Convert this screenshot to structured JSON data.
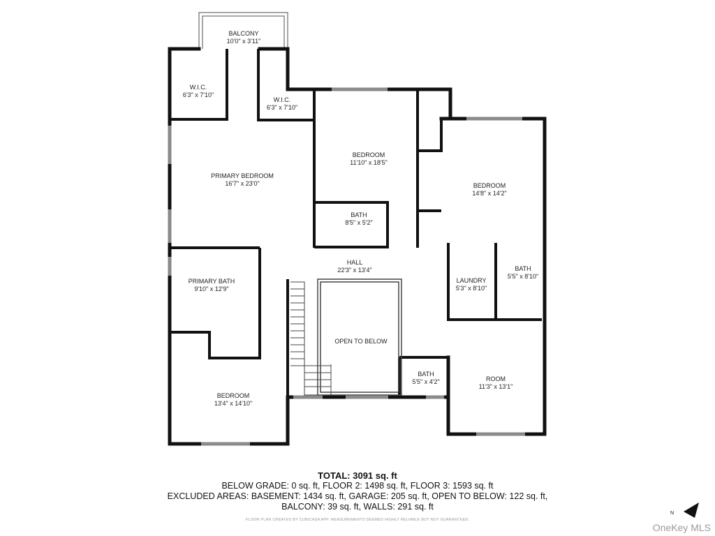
{
  "rooms": [
    {
      "name": "BALCONY",
      "dims": "10'0\" x 3'11\""
    },
    {
      "name": "W.I.C.",
      "dims": "6'3\" x 7'10\""
    },
    {
      "name": "W.I.C.",
      "dims": "6'3\" x 7'10\""
    },
    {
      "name": "PRIMARY BEDROOM",
      "dims": "16'7\" x 23'0\""
    },
    {
      "name": "BEDROOM",
      "dims": "11'10\" x 18'5\""
    },
    {
      "name": "BEDROOM",
      "dims": "14'8\" x 14'2\""
    },
    {
      "name": "BATH",
      "dims": "8'5\" x 5'2\""
    },
    {
      "name": "HALL",
      "dims": "22'3\" x 13'4\""
    },
    {
      "name": "PRIMARY BATH",
      "dims": "9'10\" x 12'9\""
    },
    {
      "name": "LAUNDRY",
      "dims": "5'3\" x 8'10\""
    },
    {
      "name": "BATH",
      "dims": "5'5\" x 8'10\""
    },
    {
      "name": "OPEN TO BELOW",
      "dims": ""
    },
    {
      "name": "BATH",
      "dims": "5'5\" x 4'2\""
    },
    {
      "name": "ROOM",
      "dims": "11'3\" x 13'1\""
    },
    {
      "name": "BEDROOM",
      "dims": "13'4\" x 14'10\""
    }
  ],
  "summary": {
    "total": "TOTAL: 3091 sq. ft",
    "line1": "BELOW GRADE: 0 sq. ft, FLOOR 2: 1498 sq. ft, FLOOR 3: 1593 sq. ft",
    "line2": "EXCLUDED AREAS: BASEMENT: 1434 sq. ft, GARAGE: 205 sq. ft, OPEN TO BELOW: 122 sq. ft,",
    "line3": "BALCONY: 39 sq. ft, WALLS: 291 sq. ft"
  },
  "disclaimer": "FLOOR PLAN CREATED BY CUBICASA APP. MEASUREMENTS DEEMED HIGHLY RELIABLE BUT NOT GUARANTEED.",
  "watermark": "OneKey MLS",
  "compass_label": "N",
  "colors": {
    "wall": "#111111",
    "window": "#9a9a9a",
    "text": "#222222"
  }
}
